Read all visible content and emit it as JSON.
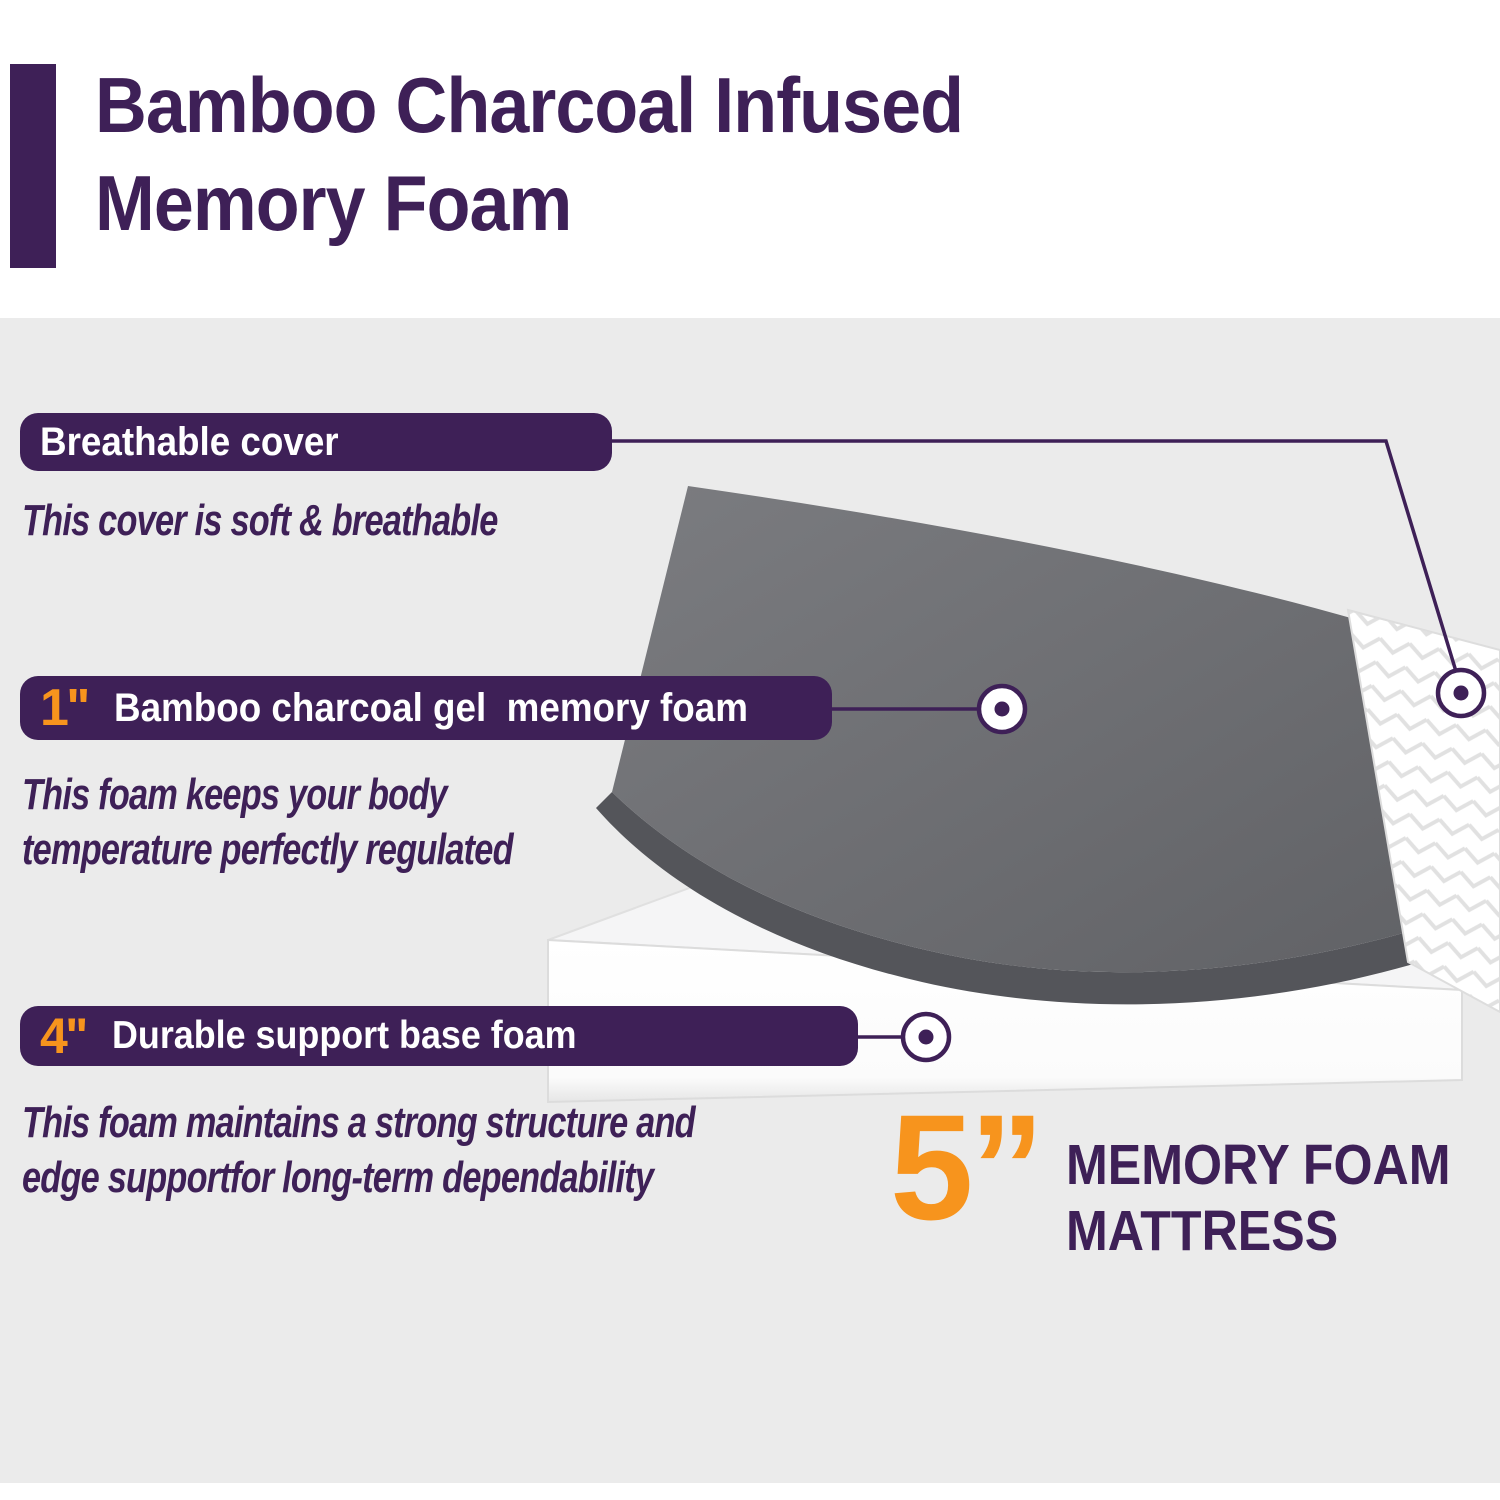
{
  "header": {
    "title_line1": "Bamboo Charcoal Infused",
    "title_line2": "Memory Foam"
  },
  "callouts": {
    "cover": {
      "label": "Breathable cover",
      "description": "This cover is soft & breathable"
    },
    "memory_foam": {
      "size": "1''",
      "label": "Bamboo charcoal gel  memory foam",
      "description_line1": "This foam keeps your body",
      "description_line2": "temperature perfectly regulated"
    },
    "base_foam": {
      "size": "4''",
      "label": "Durable support base foam",
      "description_line1": "This foam maintains a strong structure and",
      "description_line2": "edge supportfor long-term dependability"
    }
  },
  "badge": {
    "size": "5”",
    "label_line1": "MEMORY FOAM",
    "label_line2": "MATTRESS"
  },
  "illustration": {
    "layers": [
      "breathable-cover",
      "bamboo-charcoal-gel-memory-foam",
      "durable-support-base-foam"
    ]
  },
  "colors": {
    "purple": "#3e2057",
    "orange": "#f7941d",
    "foam_gray": "#6f7074",
    "foam_edge": "#515257",
    "background": "#ebebeb",
    "white": "#ffffff"
  }
}
